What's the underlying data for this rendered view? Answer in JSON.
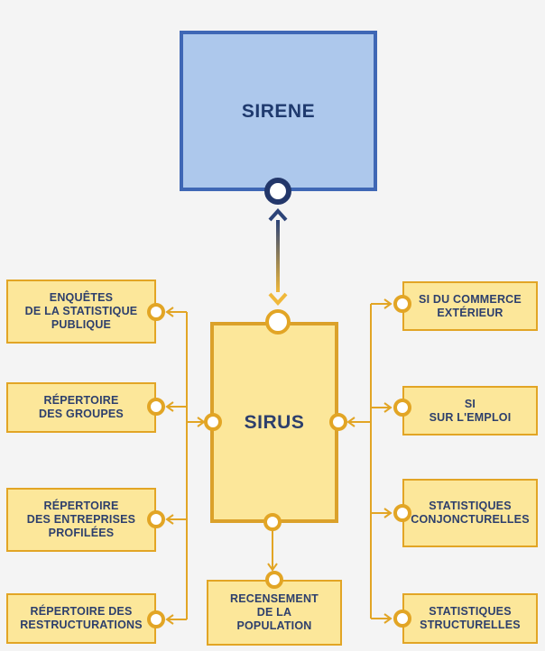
{
  "sirene": {
    "label": "SIRENE"
  },
  "sirus": {
    "label": "SIRUS"
  },
  "left_boxes": [
    {
      "label": "ENQUÊTES\nDE LA STATISTIQUE\nPUBLIQUE"
    },
    {
      "label": "RÉPERTOIRE\nDES GROUPES"
    },
    {
      "label": "RÉPERTOIRE\nDES ENTREPRISES\nPROFILÉES"
    },
    {
      "label": "RÉPERTOIRE DES\nRESTRUCTURATIONS"
    }
  ],
  "right_boxes": [
    {
      "label": "SI DU COMMERCE\nEXTÉRIEUR"
    },
    {
      "label": "SI\nSUR L'EMPLOI"
    },
    {
      "label": "STATISTIQUES\nCONJONCTURELLES"
    },
    {
      "label": "STATISTIQUES\nSTRUCTURELLES"
    }
  ],
  "bottom_box": {
    "label": "RECENSEMENT\nDE LA\nPOPULATION"
  },
  "colors": {
    "orange": "#e2a525",
    "navy": "#2c4378",
    "sirene_fill": "#adc8ec",
    "sirus_fill": "#fce79a"
  }
}
